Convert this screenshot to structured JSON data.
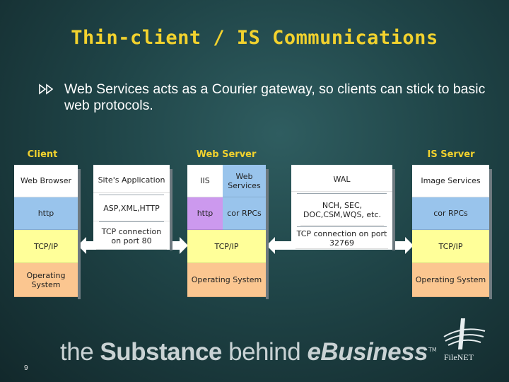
{
  "slide": {
    "title": "Thin-client / IS Communications",
    "bullet": "Web Services acts as a Courier gateway, so clients can stick to basic web protocols.",
    "page_number": "9"
  },
  "diagram": {
    "headers": {
      "client": "Client",
      "web_server": "Web Server",
      "is_server": "IS Server"
    },
    "client": {
      "web_browser": "Web Browser",
      "http": "http",
      "tcpip": "TCP/IP",
      "os": "Operating System"
    },
    "link_left": {
      "app": "Site's Application",
      "protocols": "ASP,XML,HTTP",
      "tcp": "TCP connection on port 80"
    },
    "web_server": {
      "iis": "IIS",
      "web_services": "Web Services",
      "http": "http",
      "cor_rpcs": "cor RPCs",
      "tcpip": "TCP/IP",
      "os": "Operating System"
    },
    "link_right": {
      "wal": "WAL",
      "protocols": "NCH, SEC, DOC,CSM,WQS, etc.",
      "tcp": "TCP connection on port 32769"
    },
    "is_server": {
      "image_services": "Image Services",
      "cor_rpcs": "cor RPCs",
      "tcpip": "TCP/IP",
      "os": "Operating System"
    }
  },
  "branding": {
    "tagline_the": "the",
    "tagline_substance": "Substance",
    "tagline_behind": "behind",
    "tagline_ebusiness": "eBusiness",
    "trademark": "TM",
    "logo_text": "FileNET"
  },
  "colors": {
    "title": "#f2d22e",
    "blue": "#99c4ec",
    "purple": "#cc99ee",
    "yellow": "#ffff99",
    "orange": "#fbc690"
  }
}
